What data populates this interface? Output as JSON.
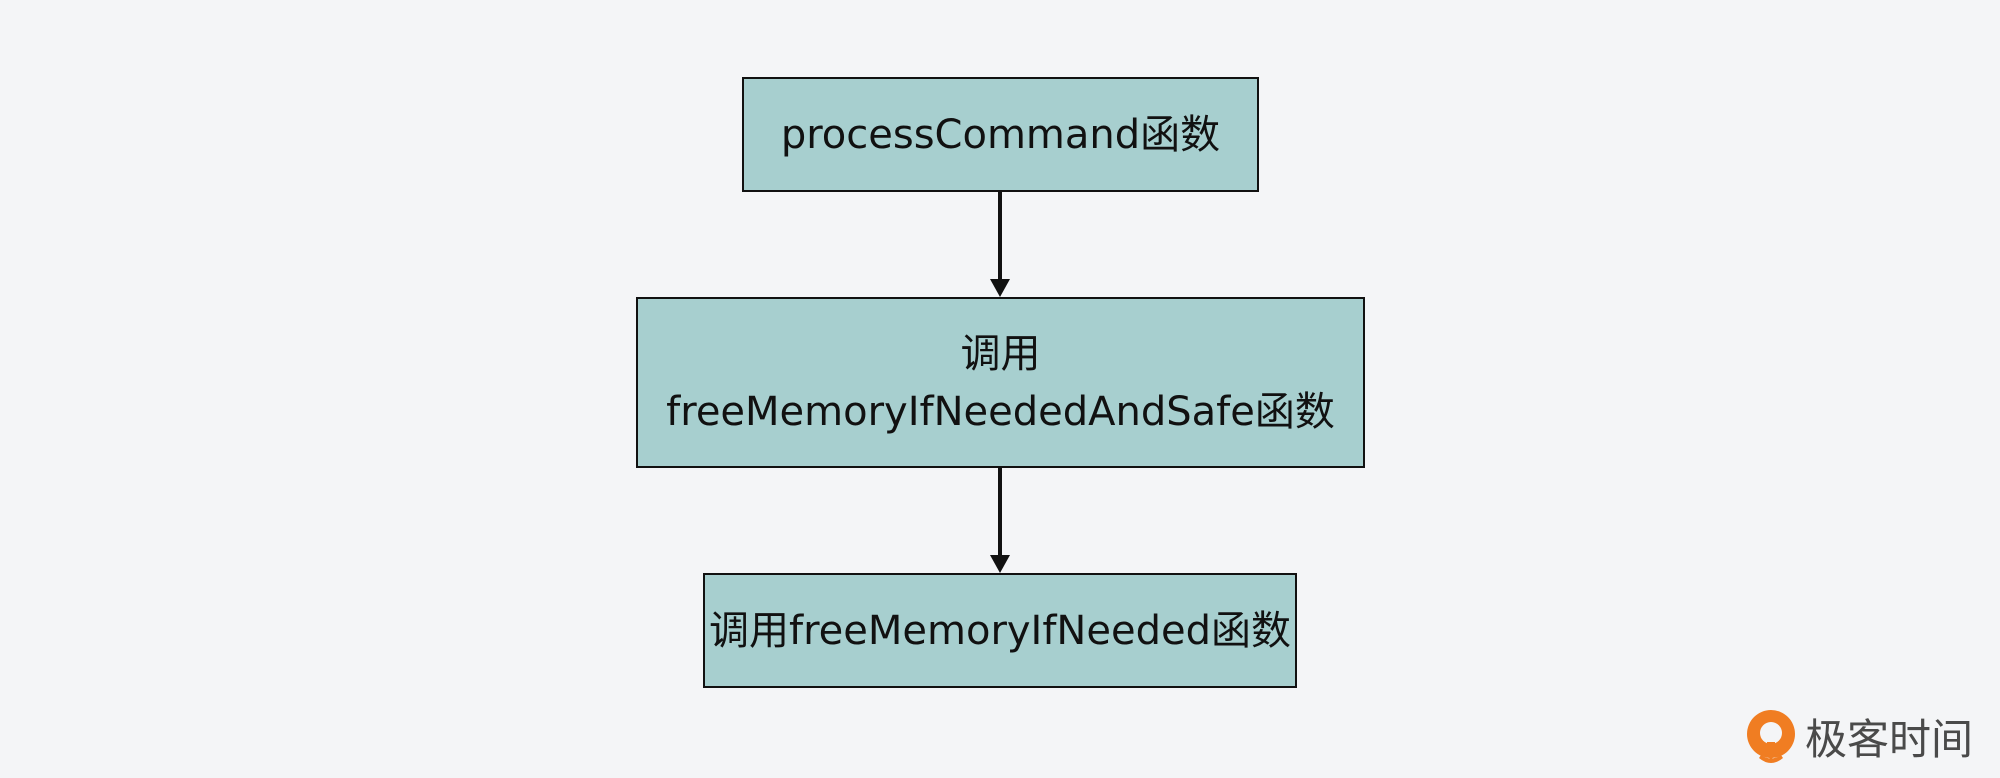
{
  "nodes": {
    "process_command": {
      "text": "processCommand函数"
    },
    "free_memory_if_needed_and_safe": {
      "line1": "调用",
      "line2": "freeMemoryIfNeededAndSafe函数"
    },
    "free_memory_if_needed": {
      "text": "调用freeMemoryIfNeeded函数"
    }
  },
  "edges": [
    {
      "from": "process_command",
      "to": "free_memory_if_needed_and_safe"
    },
    {
      "from": "free_memory_if_needed_and_safe",
      "to": "free_memory_if_needed"
    }
  ],
  "watermark": {
    "text": "极客时间",
    "icon": "geektime-logo-icon",
    "color": "#f07d22"
  },
  "colors": {
    "node_fill": "#a7cfcf",
    "node_border": "#111111",
    "arrow": "#111111",
    "background": "#f4f5f7"
  }
}
